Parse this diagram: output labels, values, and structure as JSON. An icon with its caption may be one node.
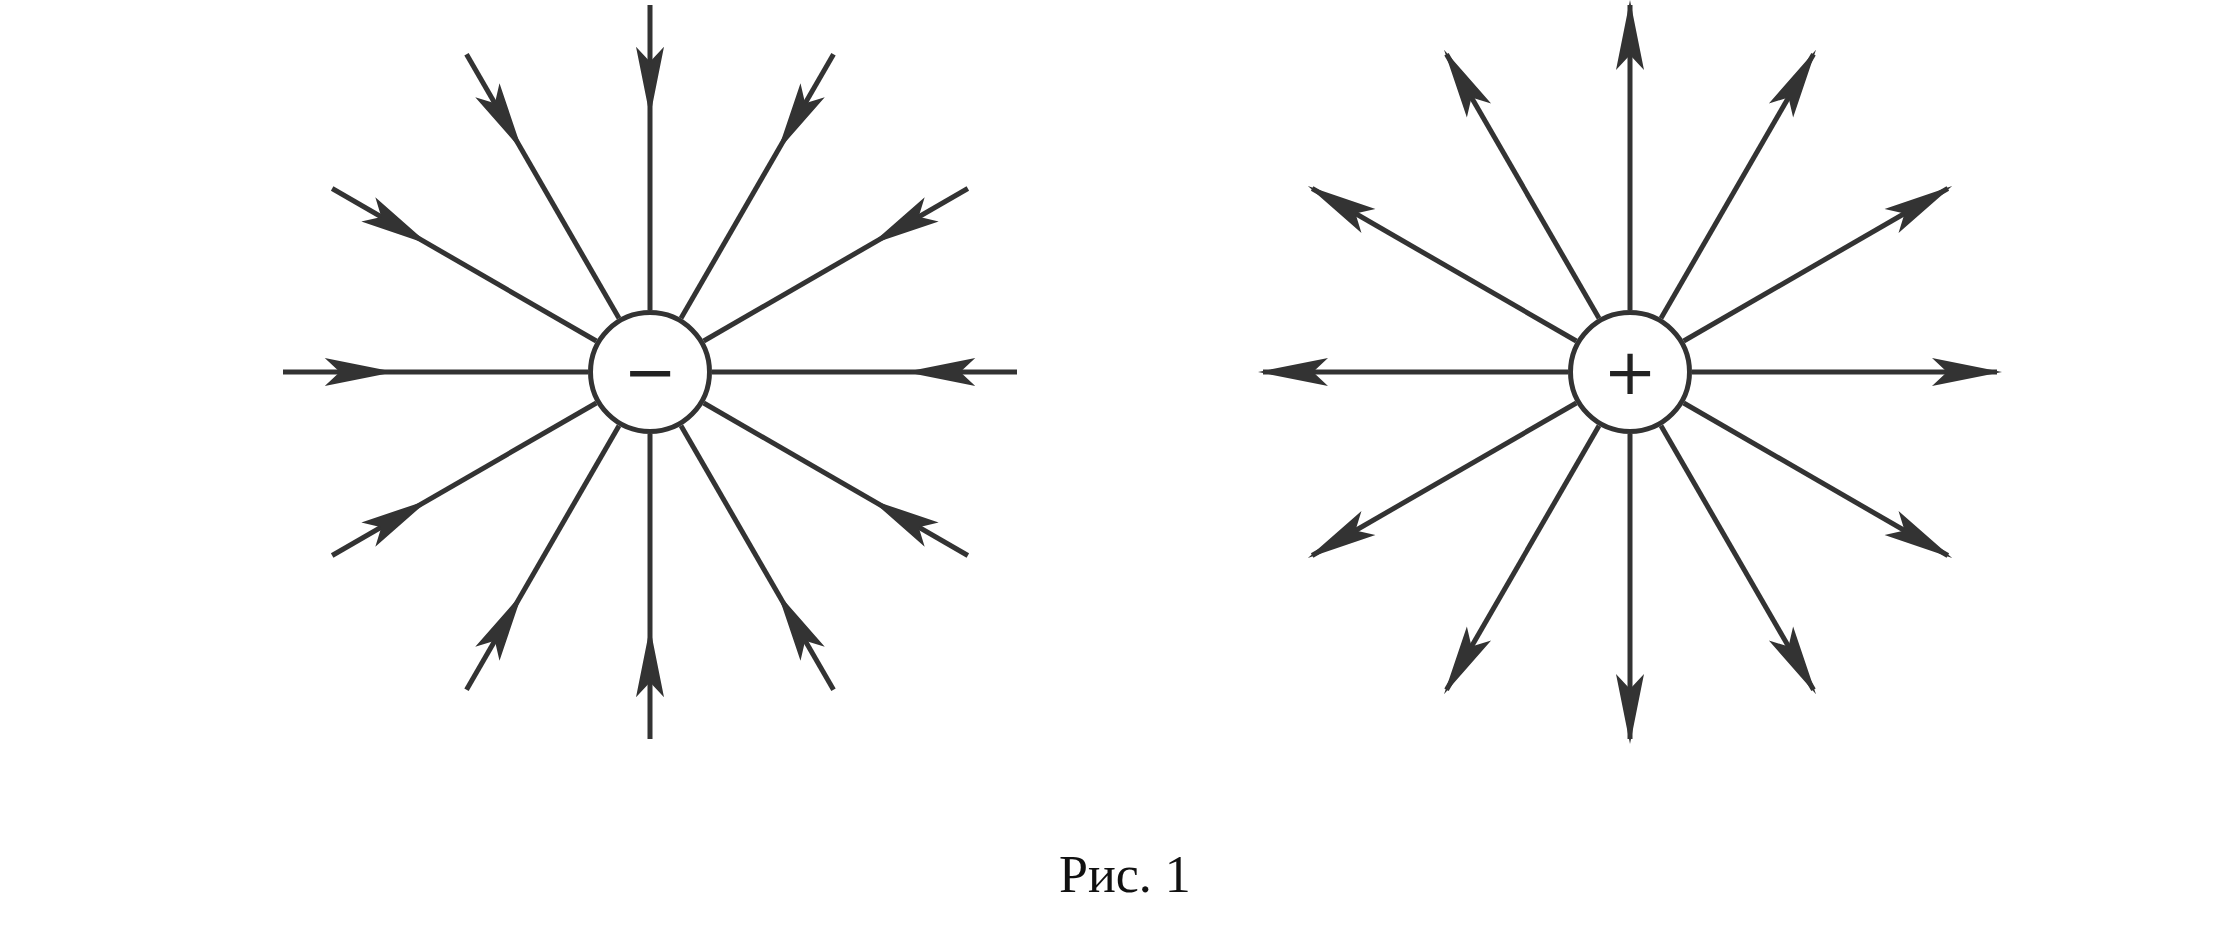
{
  "diagram": {
    "caption": "Рис. 1",
    "nodes": [
      {
        "text": [
          "−"
        ]
      },
      {
        "text": [
          "+"
        ]
      }
    ],
    "edges": [
      {
        "from": null,
        "to": 0,
        "arrow": "to"
      },
      {
        "from": null,
        "to": 0,
        "arrow": "to"
      },
      {
        "from": null,
        "to": 0,
        "arrow": "to"
      },
      {
        "from": null,
        "to": 0,
        "arrow": "to"
      },
      {
        "from": null,
        "to": 0,
        "arrow": "to"
      },
      {
        "from": null,
        "to": 0,
        "arrow": "to"
      },
      {
        "from": null,
        "to": 0,
        "arrow": "to"
      },
      {
        "from": null,
        "to": 0,
        "arrow": "to"
      },
      {
        "from": null,
        "to": 0,
        "arrow": "to"
      },
      {
        "from": null,
        "to": 0,
        "arrow": "to"
      },
      {
        "from": null,
        "to": 0,
        "arrow": "to"
      },
      {
        "from": null,
        "to": 0,
        "arrow": "to"
      },
      {
        "from": 1,
        "to": null,
        "arrow": "to"
      },
      {
        "from": 1,
        "to": null,
        "arrow": "to"
      },
      {
        "from": 1,
        "to": null,
        "arrow": "to"
      },
      {
        "from": 1,
        "to": null,
        "arrow": "to"
      },
      {
        "from": 1,
        "to": null,
        "arrow": "to"
      },
      {
        "from": 1,
        "to": null,
        "arrow": "to"
      },
      {
        "from": 1,
        "to": null,
        "arrow": "to"
      },
      {
        "from": 1,
        "to": null,
        "arrow": "to"
      },
      {
        "from": 1,
        "to": null,
        "arrow": "to"
      },
      {
        "from": 1,
        "to": null,
        "arrow": "to"
      },
      {
        "from": 1,
        "to": null,
        "arrow": "to"
      },
      {
        "from": 1,
        "to": null,
        "arrow": "to"
      }
    ]
  }
}
